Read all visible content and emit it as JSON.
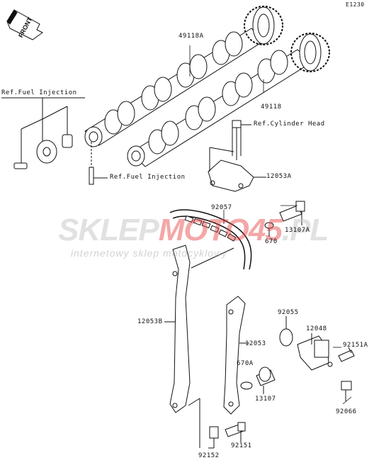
{
  "diagram_code": "E1230",
  "front_arrow": "FRONT",
  "labels": {
    "p49118A": "49118A",
    "p49118": "49118",
    "ref_fuel_injection_top": "Ref.Fuel Injection",
    "ref_fuel_injection_mid": "Ref.Fuel Injection",
    "ref_cylinder_head": "Ref.Cylinder Head",
    "p12053A": "12053A",
    "p92057": "92057",
    "p13107A": "13107A",
    "p670": "670",
    "p12053B": "12053B",
    "p92055": "92055",
    "p12048": "12048",
    "p92151A": "92151A",
    "p12053": "12053",
    "p670A": "670A",
    "p13107": "13107",
    "p92066": "92066",
    "p92151": "92151",
    "p92152": "92152"
  },
  "watermark": {
    "brand_part1": "SKLEP",
    "brand_part2": "MOT",
    "brand_part3": "O",
    "brand_part4": "45",
    "brand_part5": ".PL",
    "tagline": "internetowy sklep motocyklowy"
  }
}
